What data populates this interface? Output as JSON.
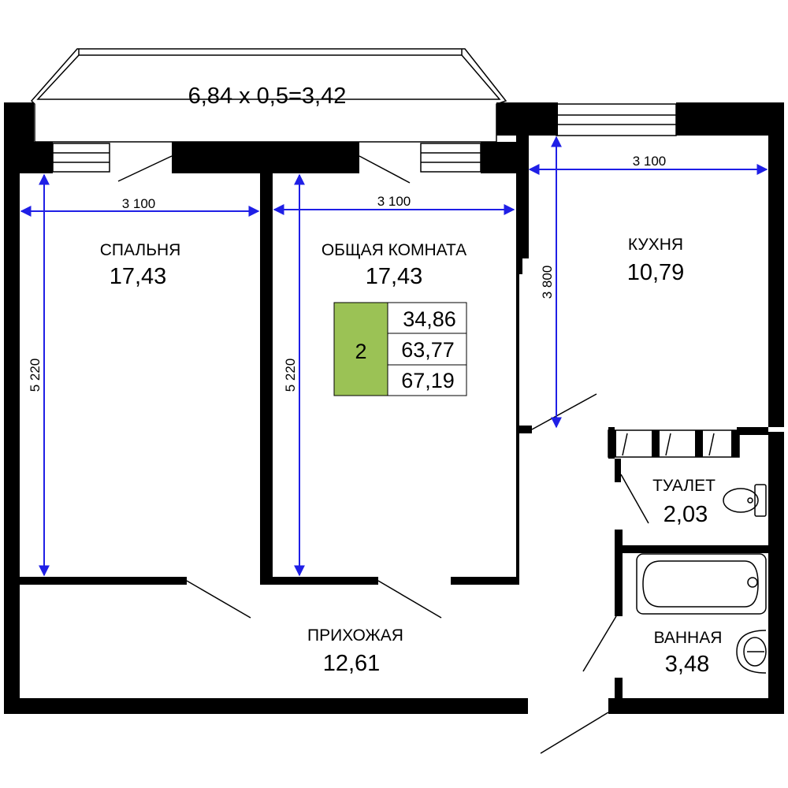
{
  "balcony": {
    "area_text": "6,84 x 0,5=3,42"
  },
  "rooms": {
    "bedroom": {
      "name": "СПАЛЬНЯ",
      "area": "17,43"
    },
    "living_room": {
      "name": "ОБЩАЯ КОМНАТА",
      "area": "17,43"
    },
    "kitchen": {
      "name": "КУХНЯ",
      "area": "10,79"
    },
    "toilet": {
      "name": "ТУАЛЕТ",
      "area": "2,03"
    },
    "bathroom": {
      "name": "ВАННАЯ",
      "area": "3,48"
    },
    "hallway": {
      "name": "ПРИХОЖАЯ",
      "area": "12,61"
    }
  },
  "dimensions": {
    "bedroom_width": "3 100",
    "bedroom_length": "5 220",
    "living_width": "3 100",
    "living_length": "5 220",
    "kitchen_width": "3 100",
    "kitchen_length": "3 800"
  },
  "summary": {
    "rooms_count": "2",
    "living_area": "34,86",
    "total_area": "63,77",
    "total_with_balcony": "67,19",
    "accent_color": "#9bc255"
  },
  "colors": {
    "dimension_lines": "#1f1fe6",
    "walls": "#000000"
  }
}
